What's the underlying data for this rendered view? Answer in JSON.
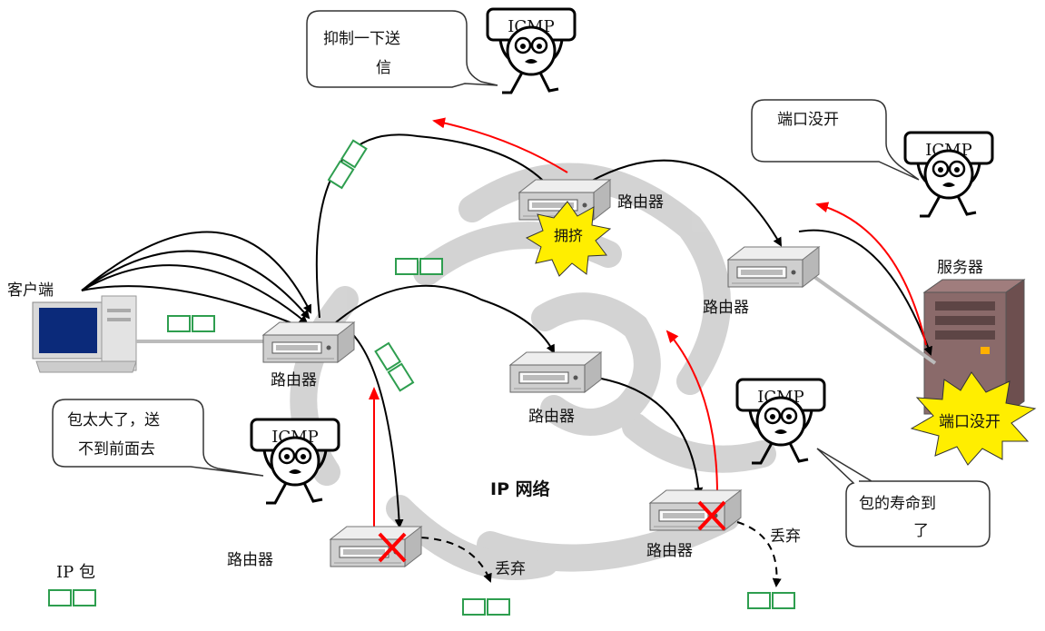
{
  "labels": {
    "client": "客户端",
    "server": "服务器",
    "router": "路由器",
    "network": "IP 网络",
    "ip_packet": "IP 包",
    "drop": "丢弃",
    "congestion": "拥挤",
    "port_closed": "端口没开",
    "icmp": "ICMP"
  },
  "bubbles": {
    "slow_down_l1": "抑制一下送",
    "slow_down_l2": "信",
    "port_closed": "端口没开",
    "too_big_l1": "包太大了，送",
    "too_big_l2": "不到前面去",
    "ttl_l1": "包的寿命到",
    "ttl_l2": "了"
  },
  "colors": {
    "request_arrow": "#000000",
    "icmp_arrow": "#ff0000",
    "packet": "#2e9e4f",
    "burst": "#ffee00",
    "drop_mark": "#ff0000",
    "watermark": "#cccccc"
  }
}
